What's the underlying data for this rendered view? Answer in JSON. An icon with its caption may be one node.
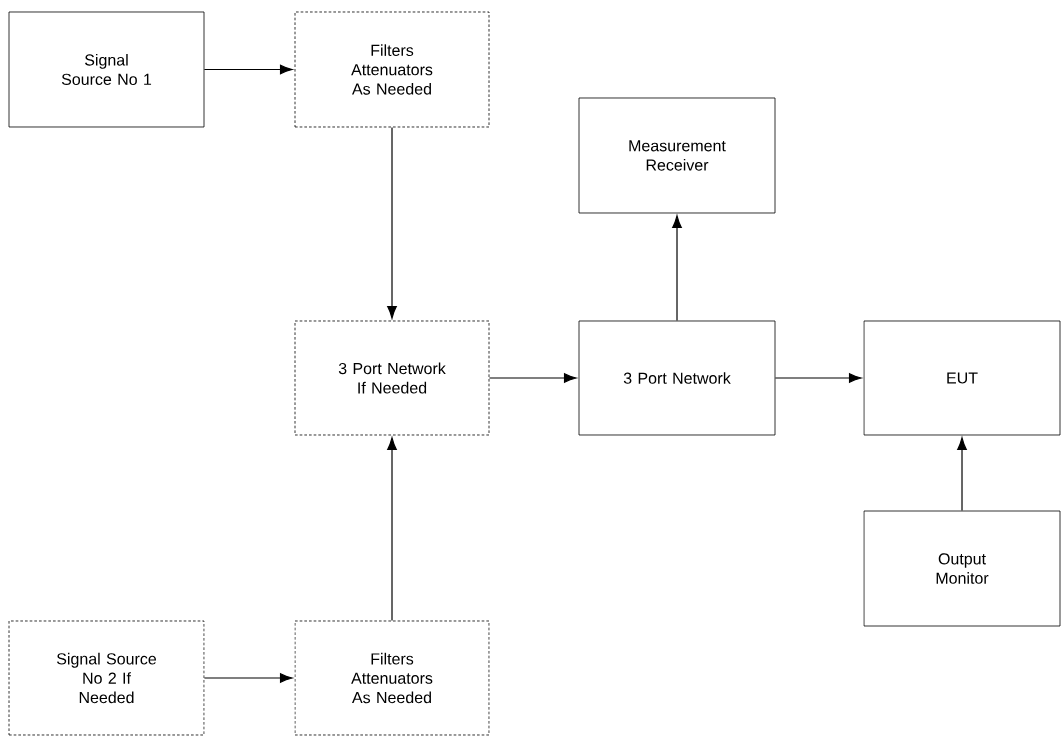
{
  "diagram": {
    "nodes": [
      {
        "text": [
          "Signal Source No 1"
        ]
      },
      {
        "text": [
          "Filters Attenuators As Needed"
        ]
      },
      {
        "text": [
          "Measurement Receiver"
        ]
      },
      {
        "text": [
          "3 Port Network If Needed"
        ]
      },
      {
        "text": [
          "3 Port Network"
        ]
      },
      {
        "text": [
          "EUT"
        ]
      },
      {
        "text": [
          "Output Monitor"
        ]
      },
      {
        "text": [
          "Signal Source No 2 If Needed"
        ]
      },
      {
        "text": [
          "Filters Attenuators As Needed"
        ]
      }
    ],
    "edges": [
      {
        "from": 0,
        "to": 1,
        "arrow": "to"
      },
      {
        "from": 1,
        "to": 3,
        "arrow": "to"
      },
      {
        "from": 8,
        "to": 3,
        "arrow": "to"
      },
      {
        "from": 7,
        "to": 8,
        "arrow": "to"
      },
      {
        "from": 3,
        "to": 4,
        "arrow": "to"
      },
      {
        "from": 4,
        "to": 2,
        "arrow": "to"
      },
      {
        "from": 4,
        "to": 5,
        "arrow": "to"
      },
      {
        "from": 6,
        "to": 5,
        "arrow": "to"
      }
    ]
  }
}
